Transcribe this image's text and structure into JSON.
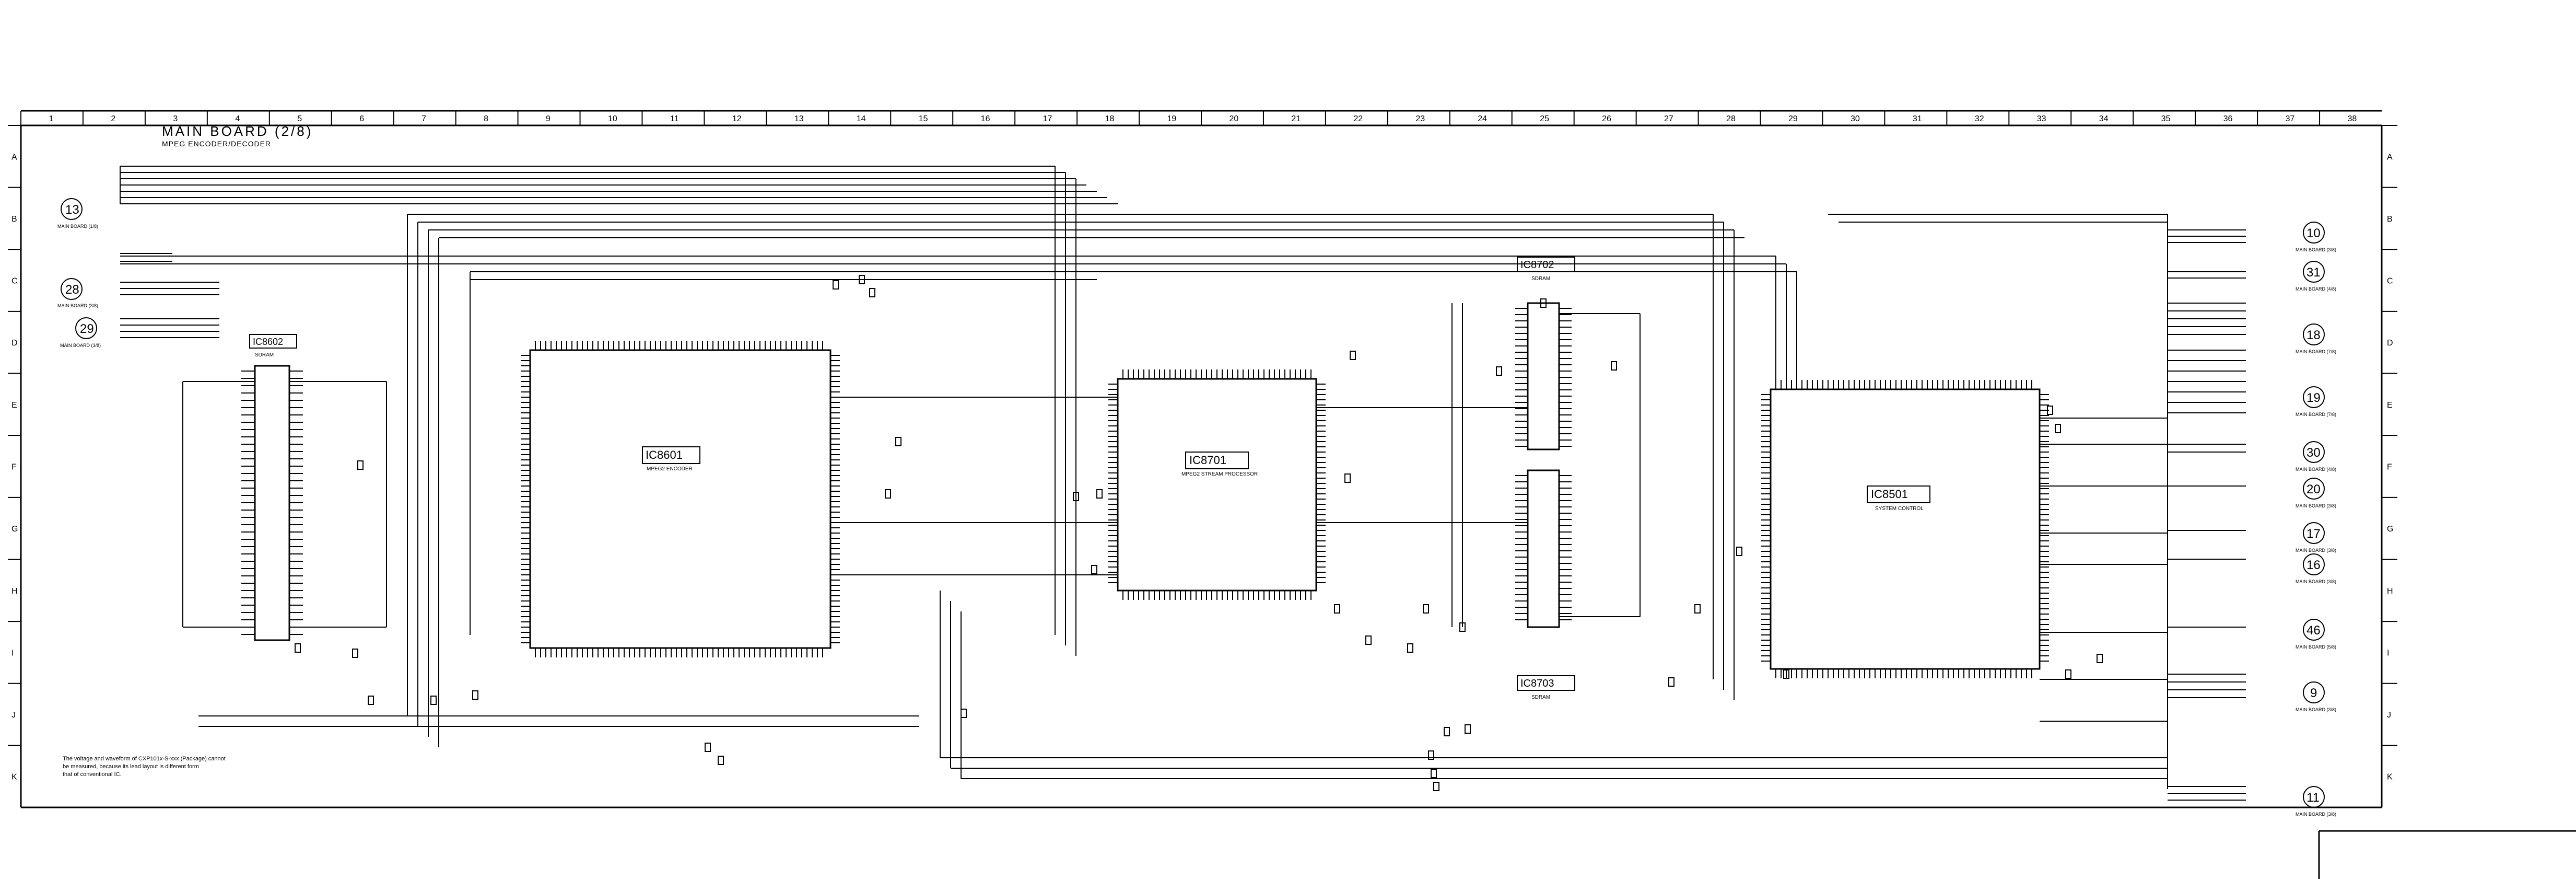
{
  "sheet": {
    "title": "MAIN BOARD (2/8)",
    "subtitle": "MPEG ENCODER/DECODER",
    "footnote_lines": [
      "The voltage and waveform of CXP101x-S-xxx (Package) cannot",
      "be measured, because its lead layout is different form",
      "that of conventional IC."
    ]
  },
  "grid": {
    "columns": [
      "1",
      "2",
      "3",
      "4",
      "5",
      "6",
      "7",
      "8",
      "9",
      "10",
      "11",
      "12",
      "13",
      "14",
      "15",
      "16",
      "17",
      "18",
      "19",
      "20",
      "21",
      "22",
      "23",
      "24",
      "25",
      "26",
      "27",
      "28",
      "29",
      "30",
      "31",
      "32",
      "33",
      "34",
      "35",
      "36",
      "37",
      "38"
    ],
    "rows": [
      "A",
      "B",
      "C",
      "D",
      "E",
      "F",
      "G",
      "H",
      "I",
      "J",
      "K"
    ]
  },
  "ics": [
    {
      "ref": "IC8602",
      "name": "SDRAM"
    },
    {
      "ref": "IC8601",
      "name": "MPEG2 ENCODER"
    },
    {
      "ref": "IC8701",
      "name": "MPEG2 STREAM PROCESSOR"
    },
    {
      "ref": "IC8702",
      "name": "SDRAM"
    },
    {
      "ref": "IC8703",
      "name": "SDRAM"
    },
    {
      "ref": "IC8501",
      "name": "SYSTEM CONTROL"
    }
  ],
  "connectors_left": [
    {
      "ref": "13",
      "label": "MAIN BOARD (1/8)"
    },
    {
      "ref": "28",
      "label": "MAIN BOARD (3/8)"
    },
    {
      "ref": "29",
      "label": "MAIN BOARD (3/8)"
    }
  ],
  "connectors_right": [
    {
      "ref": "10",
      "label": "MAIN BOARD (3/8)"
    },
    {
      "ref": "31",
      "label": "MAIN BOARD (4/8)"
    },
    {
      "ref": "18",
      "label": "MAIN BOARD (7/8)"
    },
    {
      "ref": "19",
      "label": "MAIN BOARD (7/8)"
    },
    {
      "ref": "30",
      "label": "MAIN BOARD (4/8)"
    },
    {
      "ref": "20",
      "label": "MAIN BOARD (3/8)"
    },
    {
      "ref": "17",
      "label": "MAIN BOARD (3/8)"
    },
    {
      "ref": "16",
      "label": "MAIN BOARD (3/8)"
    },
    {
      "ref": "46",
      "label": "MAIN BOARD (5/8)"
    },
    {
      "ref": "9",
      "label": "MAIN BOARD (3/8)"
    },
    {
      "ref": "11",
      "label": "MAIN BOARD (3/8)"
    }
  ],
  "colors": {
    "ink": "#000000",
    "paper": "#ffffff"
  }
}
